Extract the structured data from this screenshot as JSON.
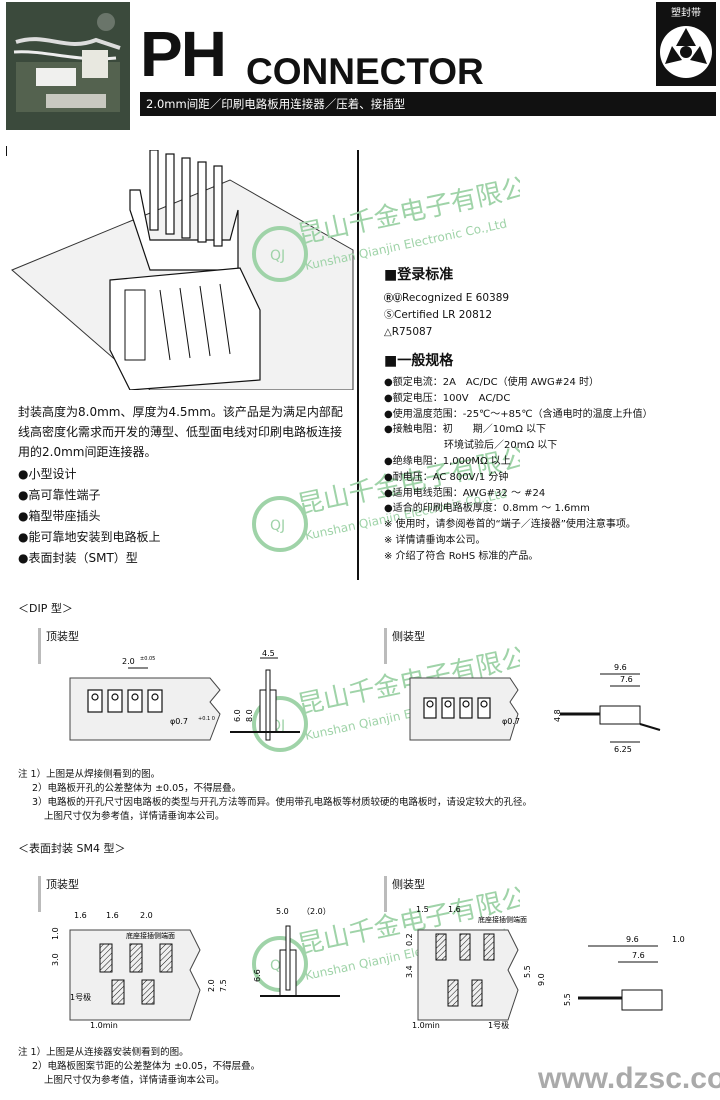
{
  "header": {
    "title_main": "PH",
    "title_sub": "CONNECTOR",
    "subtitle": "2.0mm间距／印刷电路板用连接器／压着、接插型",
    "package_label": "塑封带"
  },
  "watermark": {
    "company_cn": "昆山千金电子有限公司",
    "company_en": "Kunshan Qianjin Electronic Co.,Ltd",
    "logo_text": "QJ"
  },
  "intro": {
    "description": "封装高度为8.0mm、厚度为4.5mm。该产品是为满足内部配线高密度化需求而开发的薄型、低型面电线对印刷电路板连接用的2.0mm间距连接器。",
    "features": [
      "●小型设计",
      "●高可靠性端子",
      "●箱型带座插头",
      "●能可靠地安装到电路板上",
      "●表面封装（SMT）型"
    ]
  },
  "certifications": {
    "title": "■登录标准",
    "items": [
      {
        "icon": "ul-icon",
        "text": "Recognized E 60389"
      },
      {
        "icon": "csa-icon",
        "text": "Certified LR 20812"
      },
      {
        "icon": "tuv-icon",
        "text": "R75087"
      }
    ]
  },
  "specs": {
    "title": "■一般规格",
    "items": [
      "●额定电流：2A　AC/DC（使用 AWG#24 时）",
      "●额定电压：100V　AC/DC",
      "●使用温度范围：-25℃～+85℃（含通电时的温度上升值）",
      "●接触电阻：初　　期／10mΩ 以下",
      "　　　　　　环境试验后／20mΩ 以下",
      "●绝缘电阻：1,000MΩ 以上",
      "●耐电压：AC 800V/1 分钟",
      "●适用电线范围：AWG#32 ～ #24",
      "●适合的印刷电路板厚度：0.8mm ～ 1.6mm",
      "※ 使用时，请参阅卷首的“端子／连接器”使用注意事项。",
      "※ 详情请垂询本公司。",
      "※ 介绍了符合 RoHS 标准的产品。"
    ]
  },
  "dip": {
    "section_title": "＜DIP 型＞",
    "top_label": "顶装型",
    "side_label": "侧装型",
    "dims": {
      "pitch": "2.0",
      "pitch_tol": "±0.05",
      "hole": "φ0.7",
      "hole_tol": "+0.1 0",
      "h45": "4.5",
      "h60": "6.0",
      "h80": "8.0",
      "s96": "9.6",
      "s76": "7.6",
      "s48": "4.8",
      "s625": "6.25"
    },
    "notes": [
      "注 1）上图是从焊接侧看到的图。",
      "2）电路板开孔的公差整体为 ±0.05，不得层叠。",
      "3）电路板的开孔尺寸因电路板的类型与开孔方法等而异。使用带孔电路板等材质较硬的电路板时，请设定较大的孔径。",
      "上图尺寸仅为参考值，详情请垂询本公司。"
    ]
  },
  "smt": {
    "section_title": "＜表面封装 SM4 型＞",
    "top_label": "顶装型",
    "side_label": "侧装型",
    "dims": {
      "d16a": "1.6",
      "d16b": "1.6",
      "d20": "2.0",
      "d10": "1.0",
      "d30": "3.0",
      "d20max": "2.0",
      "d75": "7.5",
      "d10min": "1.0min",
      "d50": "5.0",
      "d20p": "（2.0）",
      "d66": "6.6",
      "s15": "1.5",
      "s16": "1.6",
      "s02": "0.2",
      "s34": "3.4",
      "s55": "5.5",
      "s90": "9.0",
      "s96": "9.6",
      "s10": "1.0",
      "s76": "7.6",
      "s55b": "5.5",
      "s10min": "1.0min",
      "pos1": "1号极",
      "seat": "底座接插侧端面"
    },
    "notes": [
      "注 1）上图是从连接器安装侧看到的图。",
      "2）电路板图案节距的公差整体为 ±0.05，不得层叠。",
      "上图尺寸仅为参考值，详情请垂询本公司。"
    ]
  },
  "footer": {
    "site": "www.dzsc.com"
  }
}
